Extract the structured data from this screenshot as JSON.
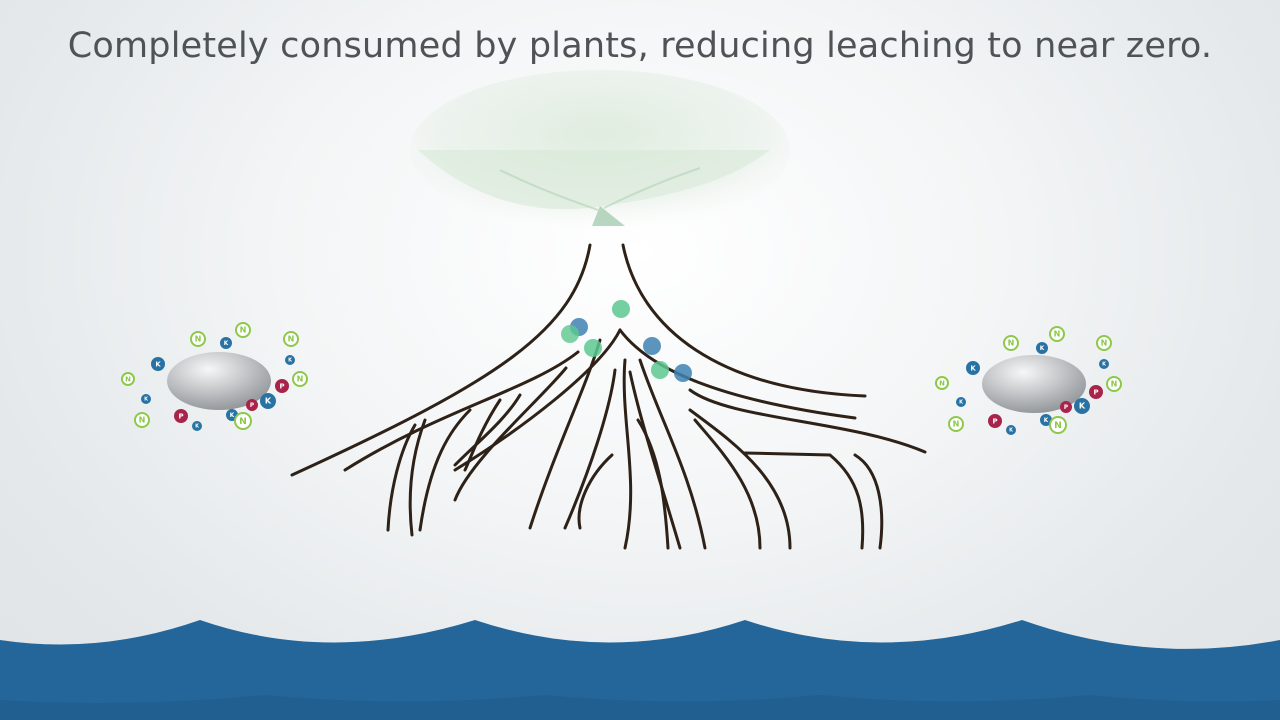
{
  "caption": "Completely consumed by plants, reducing leaching to near zero.",
  "colors": {
    "root": "#2e2218",
    "water": "#24669a",
    "water_dark": "#1e5a88",
    "nitrogen": "#8cc84a",
    "potassium": "#2873a3",
    "phosphorus": "#a8244a",
    "nutrient_green": "#5cc88f",
    "nutrient_blue": "#3e82b2",
    "pellet": "#c6c9cc"
  },
  "ion_labels": {
    "nitrogen": "N",
    "potassium": "K",
    "phosphorus": "P"
  },
  "icons": [
    "fertilizer-pellet-icon",
    "plant-leaf-icon",
    "root-system-icon",
    "water-wave-icon"
  ]
}
